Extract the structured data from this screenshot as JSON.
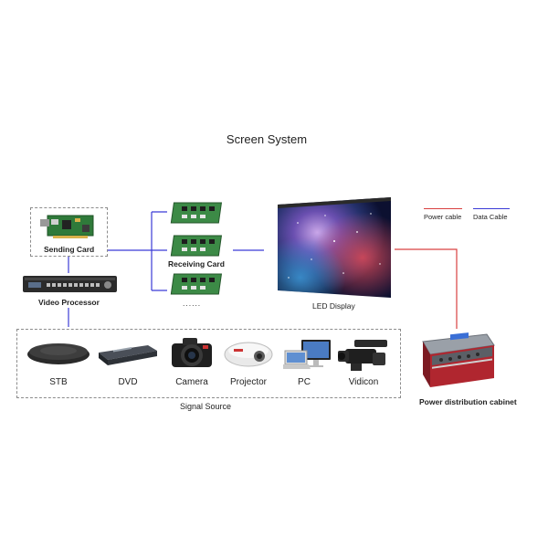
{
  "title": "Screen System",
  "legend": {
    "power_label": "Power cable",
    "data_label": "Data Cable",
    "power_color": "#d94040",
    "data_color": "#3b3bd6"
  },
  "sending_card": {
    "label": "Sending Card"
  },
  "video_processor": {
    "label": "Video Processor"
  },
  "receiving_card": {
    "label": "Receiving Card",
    "ellipsis": "......"
  },
  "led_display": {
    "label": "LED Display"
  },
  "power_cabinet": {
    "label": "Power distribution cabinet"
  },
  "signal_source": {
    "label": "Signal Source",
    "items": [
      {
        "label": "STB",
        "icon": "stb-icon"
      },
      {
        "label": "DVD",
        "icon": "dvd-icon"
      },
      {
        "label": "Camera",
        "icon": "camera-icon"
      },
      {
        "label": "Projector",
        "icon": "projector-icon"
      },
      {
        "label": "PC",
        "icon": "pc-icon"
      },
      {
        "label": "Vidicon",
        "icon": "vidicon-icon"
      }
    ]
  }
}
